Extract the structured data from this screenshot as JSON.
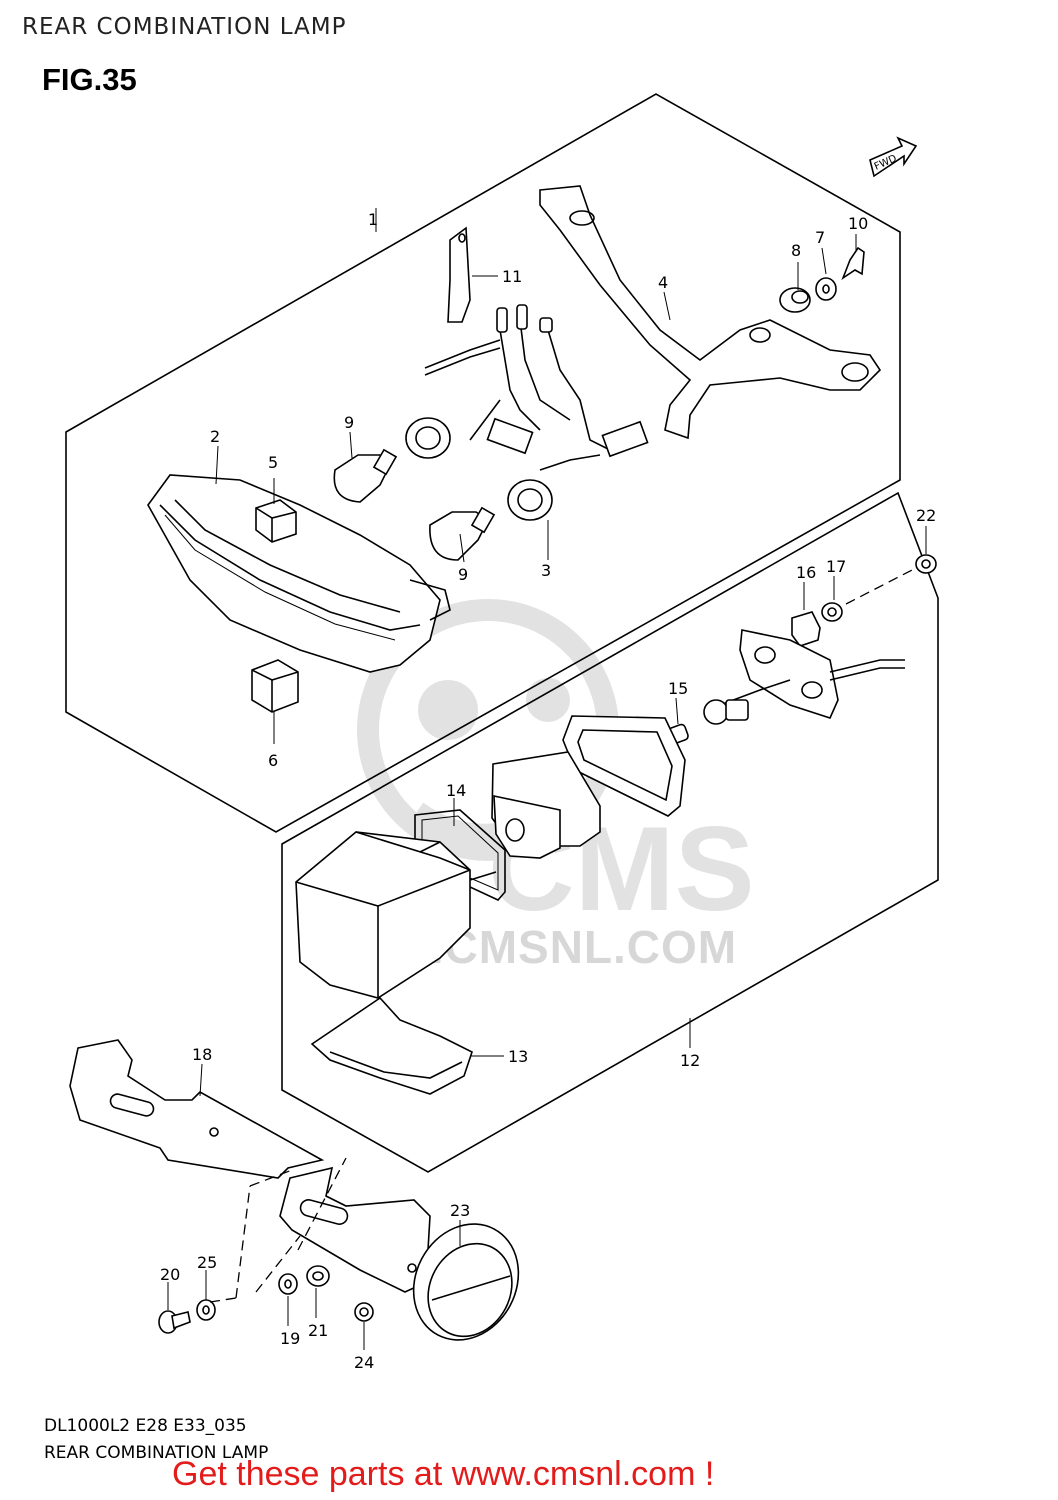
{
  "header": {
    "title": "REAR COMBINATION LAMP"
  },
  "figure": {
    "label": "FIG.35",
    "direction_badge": "FWD"
  },
  "callouts": [
    "1",
    "2",
    "3",
    "4",
    "5",
    "6",
    "7",
    "8",
    "9",
    "9",
    "10",
    "11",
    "12",
    "13",
    "14",
    "15",
    "16",
    "17",
    "18",
    "19",
    "20",
    "21",
    "22",
    "23",
    "24",
    "25"
  ],
  "watermark": {
    "text": "WWW.CMSNL.COM",
    "logo": "CMS"
  },
  "footer": {
    "model_code": "DL1000L2 E28 E33_035",
    "title": "REAR COMBINATION LAMP",
    "promo": "Get these parts at www.cmsnl.com !"
  },
  "colors": {
    "promo": "#e41b1b",
    "line": "#000000",
    "watermark": "#b8b8b8"
  }
}
